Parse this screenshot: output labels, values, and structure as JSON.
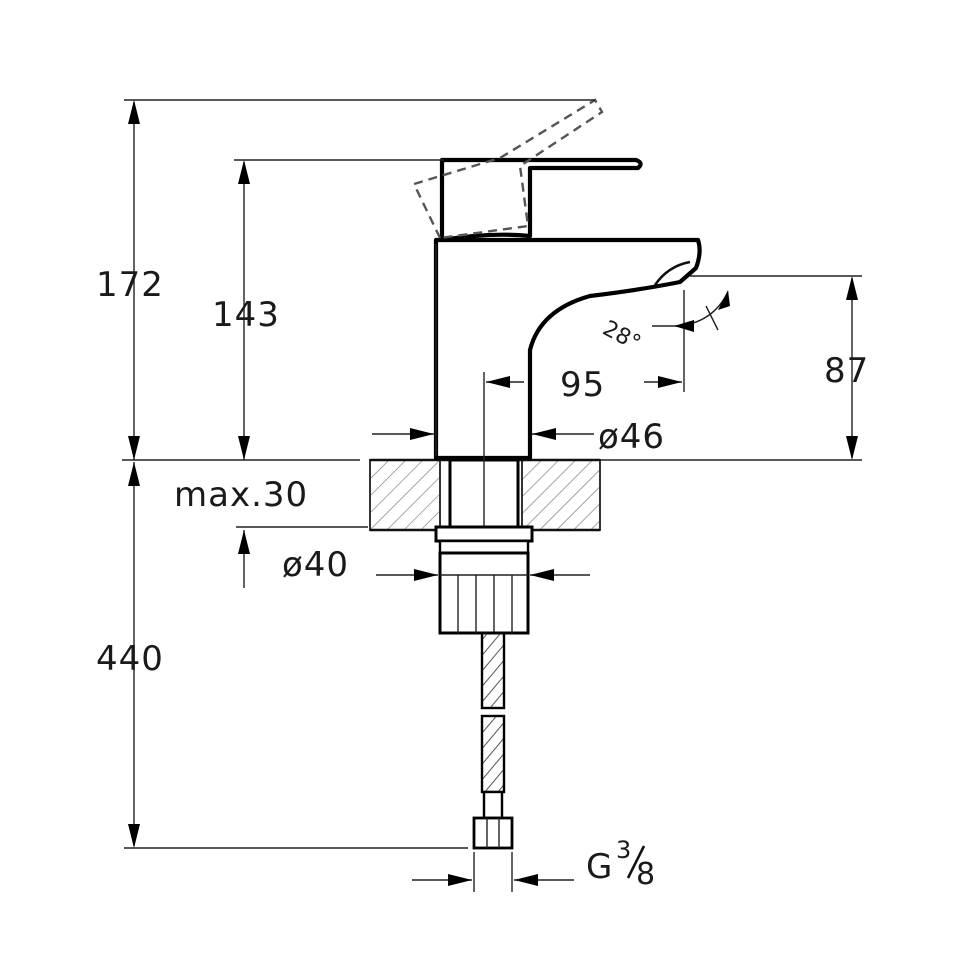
{
  "dimensions": {
    "overall_height": "172",
    "lever_height": "143",
    "below_deck_length": "440",
    "max_deck_thickness": "max.30",
    "spout_reach": "95",
    "spout_height": "87",
    "body_diameter": "ø46",
    "mounting_diameter": "ø40",
    "lever_angle": "28°",
    "connection_thread_prefix": "G",
    "connection_thread_num": "3",
    "connection_thread_den": "8"
  }
}
